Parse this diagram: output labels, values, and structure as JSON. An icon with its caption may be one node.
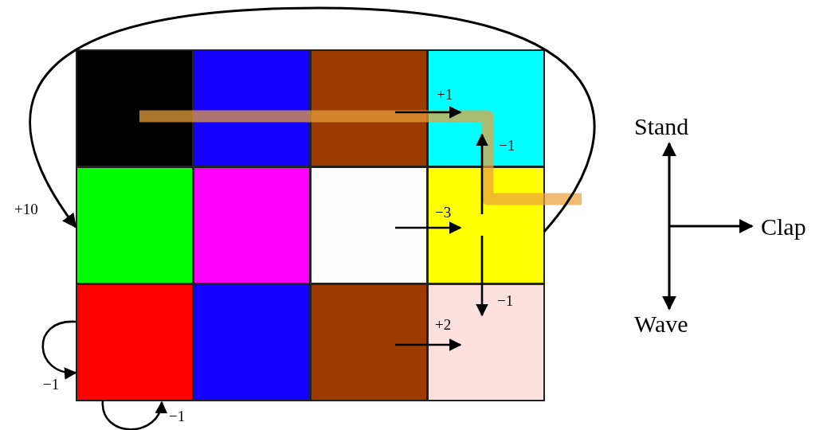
{
  "diagram": {
    "nodes": [
      {
        "text": [],
        "shape": "box"
      },
      {
        "text": [],
        "shape": "box"
      },
      {
        "text": [],
        "shape": "box"
      },
      {
        "text": [],
        "shape": "box"
      },
      {
        "text": [],
        "shape": "box"
      },
      {
        "text": [],
        "shape": "box"
      },
      {
        "text": [],
        "shape": "box"
      },
      {
        "text": [],
        "shape": "box"
      },
      {
        "text": [],
        "shape": "box"
      },
      {
        "text": [],
        "shape": "box"
      },
      {
        "text": [],
        "shape": "box"
      },
      {
        "text": [],
        "shape": "box"
      }
    ],
    "edges": [
      {
        "from": 2,
        "to": 3,
        "arrow": "to",
        "label": "+1"
      },
      {
        "from": 7,
        "to": 3,
        "arrow": "to",
        "label": "−1"
      },
      {
        "from": 6,
        "to": 7,
        "arrow": "to",
        "label": "−3"
      },
      {
        "from": 7,
        "to": 11,
        "arrow": "to",
        "label": "−1"
      },
      {
        "from": 10,
        "to": 11,
        "arrow": "to",
        "label": "+2"
      },
      {
        "from": 7,
        "to": 4,
        "arrow": "to",
        "label": "+10"
      },
      {
        "from": 8,
        "to": 8,
        "arrow": "to",
        "label": "−1"
      },
      {
        "from": 8,
        "to": 8,
        "arrow": "to",
        "label": "−1"
      }
    ],
    "labels": [
      "Stand",
      "Clap",
      "Wave"
    ]
  }
}
